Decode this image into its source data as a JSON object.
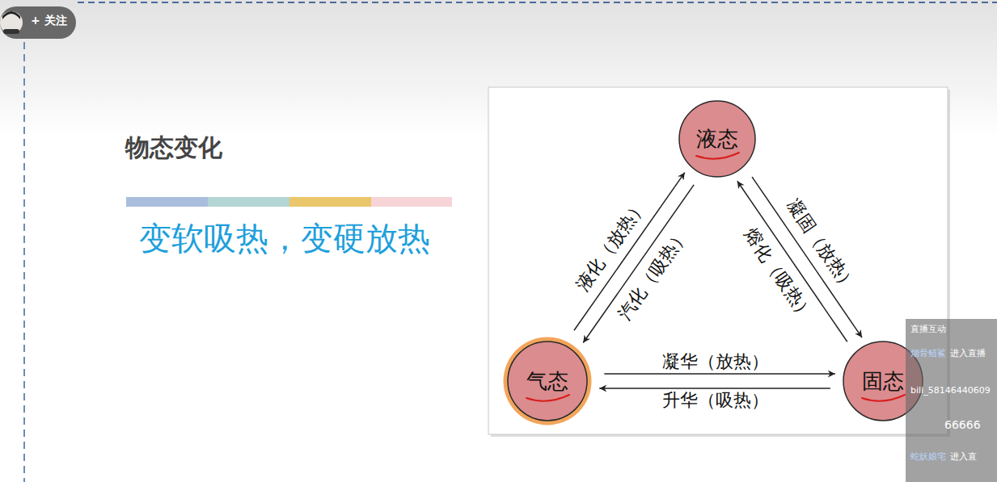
{
  "diagram": {
    "title": "物态变化",
    "nodes": [
      {
        "text": [
          "液态"
        ]
      },
      {
        "text": [
          "气态"
        ]
      },
      {
        "text": [
          "固态"
        ]
      }
    ],
    "edges": [
      {
        "from": 1,
        "to": 0,
        "arrow": "to",
        "label": "液化（放热）"
      },
      {
        "from": 0,
        "to": 1,
        "arrow": "to",
        "label": "汽化（吸热）"
      },
      {
        "from": 0,
        "to": 2,
        "arrow": "to",
        "label": "凝固（放热）"
      },
      {
        "from": 2,
        "to": 0,
        "arrow": "to",
        "label": "熔化（吸热）"
      },
      {
        "from": 1,
        "to": 2,
        "arrow": "to",
        "label": "凝华（放热）"
      },
      {
        "from": 2,
        "to": 1,
        "arrow": "to",
        "label": "升华（吸热）"
      }
    ],
    "labels": [
      "+ 关注",
      "变软吸热，变硬放热",
      "直播互动",
      "烟骨鲢鲨",
      "进入直播",
      "bili_58146440609",
      "66666",
      "蛇妖娘宅",
      "进入直"
    ]
  }
}
